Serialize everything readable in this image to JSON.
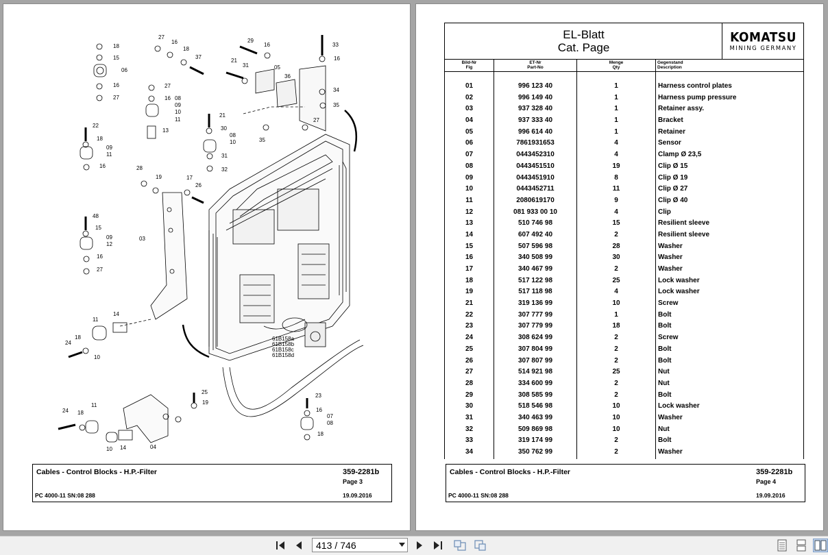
{
  "left_page": {
    "title": "Cables - Control Blocks - H.P.-Filter",
    "model": "PC 4000-11 SN:08 288",
    "doc_no": "359-2281b",
    "page": "Page 3",
    "date": "19.09.2016",
    "callouts": [
      "18",
      "15",
      "06",
      "16",
      "27",
      "27",
      "16",
      "18",
      "37",
      "29",
      "16",
      "21",
      "31",
      "05",
      "36",
      "33",
      "16",
      "34",
      "35",
      "27",
      "35",
      "27",
      "16",
      "08",
      "09",
      "10",
      "11",
      "13",
      "21",
      "30",
      "08",
      "10",
      "31",
      "32",
      "22",
      "18",
      "09",
      "11",
      "16",
      "28",
      "19",
      "17",
      "26",
      "03",
      "48",
      "15",
      "09",
      "12",
      "16",
      "27",
      "14",
      "11",
      "18",
      "24",
      "10",
      "61B158a",
      "61B158b",
      "61B158c",
      "61B158d",
      "25",
      "19",
      "23",
      "16",
      "07",
      "08",
      "18",
      "24",
      "18",
      "11",
      "10",
      "14",
      "04"
    ]
  },
  "right_page": {
    "header_title_1": "EL-Blatt",
    "header_title_2": "Cat. Page",
    "logo_word": "KOMATSU",
    "logo_sub": "MINING GERMANY",
    "columns": {
      "fig_1": "Bild-Nr",
      "fig_2": "Fig",
      "part_1": "ET-Nr",
      "part_2": "Part-No",
      "qty_1": "Menge",
      "qty_2": "Qty",
      "desc_1": "Gegenstand",
      "desc_2": "Description"
    },
    "rows": [
      {
        "fig": "01",
        "part": "996 123 40",
        "qty": "1",
        "desc": "Harness control plates"
      },
      {
        "fig": "02",
        "part": "996 149 40",
        "qty": "1",
        "desc": "Harness pump pressure"
      },
      {
        "fig": "03",
        "part": "937 328 40",
        "qty": "1",
        "desc": "Retainer assy."
      },
      {
        "fig": "04",
        "part": "937 333 40",
        "qty": "1",
        "desc": "Bracket"
      },
      {
        "fig": "05",
        "part": "996 614 40",
        "qty": "1",
        "desc": "Retainer"
      },
      {
        "fig": "06",
        "part": "7861931653",
        "qty": "4",
        "desc": "Sensor"
      },
      {
        "fig": "07",
        "part": "0443452310",
        "qty": "4",
        "desc": "Clamp Ø 23,5"
      },
      {
        "fig": "08",
        "part": "0443451510",
        "qty": "19",
        "desc": "Clip Ø 15"
      },
      {
        "fig": "09",
        "part": "0443451910",
        "qty": "8",
        "desc": "Clip Ø 19"
      },
      {
        "fig": "10",
        "part": "0443452711",
        "qty": "11",
        "desc": "Clip Ø 27"
      },
      {
        "fig": "11",
        "part": "2080619170",
        "qty": "9",
        "desc": "Clip Ø 40"
      },
      {
        "fig": "12",
        "part": "081 933 00 10",
        "qty": "4",
        "desc": "Clip"
      },
      {
        "fig": "13",
        "part": "510 746 98",
        "qty": "15",
        "desc": "Resilient sleeve"
      },
      {
        "fig": "14",
        "part": "607 492 40",
        "qty": "2",
        "desc": "Resilient sleeve"
      },
      {
        "fig": "15",
        "part": "507 596 98",
        "qty": "28",
        "desc": "Washer"
      },
      {
        "fig": "16",
        "part": "340 508 99",
        "qty": "30",
        "desc": "Washer"
      },
      {
        "fig": "17",
        "part": "340 467 99",
        "qty": "2",
        "desc": "Washer"
      },
      {
        "fig": "18",
        "part": "517 122 98",
        "qty": "25",
        "desc": "Lock washer"
      },
      {
        "fig": "19",
        "part": "517 118 98",
        "qty": "4",
        "desc": "Lock washer"
      },
      {
        "fig": "21",
        "part": "319 136 99",
        "qty": "10",
        "desc": "Screw"
      },
      {
        "fig": "22",
        "part": "307 777 99",
        "qty": "1",
        "desc": "Bolt"
      },
      {
        "fig": "23",
        "part": "307 779 99",
        "qty": "18",
        "desc": "Bolt"
      },
      {
        "fig": "24",
        "part": "308 624 99",
        "qty": "2",
        "desc": "Screw"
      },
      {
        "fig": "25",
        "part": "307 804 99",
        "qty": "2",
        "desc": "Bolt"
      },
      {
        "fig": "26",
        "part": "307 807 99",
        "qty": "2",
        "desc": "Bolt"
      },
      {
        "fig": "27",
        "part": "514 921 98",
        "qty": "25",
        "desc": "Nut"
      },
      {
        "fig": "28",
        "part": "334 600 99",
        "qty": "2",
        "desc": "Nut"
      },
      {
        "fig": "29",
        "part": "308 585 99",
        "qty": "2",
        "desc": "Bolt"
      },
      {
        "fig": "30",
        "part": "518 546 98",
        "qty": "10",
        "desc": "Lock washer"
      },
      {
        "fig": "31",
        "part": "340 463 99",
        "qty": "10",
        "desc": "Washer"
      },
      {
        "fig": "32",
        "part": "509 869 98",
        "qty": "10",
        "desc": "Nut"
      },
      {
        "fig": "33",
        "part": "319 174 99",
        "qty": "2",
        "desc": "Bolt"
      },
      {
        "fig": "34",
        "part": "350 762 99",
        "qty": "2",
        "desc": "Washer"
      }
    ],
    "title": "Cables - Control Blocks - H.P.-Filter",
    "model": "PC 4000-11 SN:08 288",
    "doc_no": "359-2281b",
    "page": "Page 4",
    "date": "19.09.2016"
  },
  "toolbar": {
    "current_page": "413",
    "separator": "/",
    "total_pages": "746",
    "icons": [
      "first-page-icon",
      "prev-page-icon",
      "page-dropdown-icon",
      "next-page-icon",
      "last-page-icon",
      "prev-view-icon",
      "next-view-icon",
      "single-page-view-icon",
      "continuous-view-icon",
      "two-page-view-icon"
    ]
  }
}
